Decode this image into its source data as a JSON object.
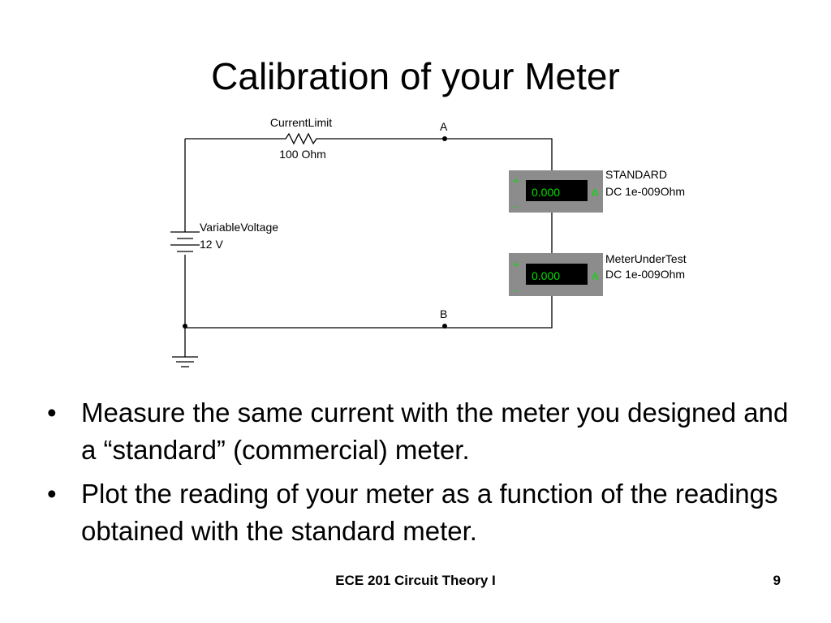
{
  "slide": {
    "title": "Calibration of your Meter",
    "footer_text": "ECE 201 Circuit Theory I",
    "page_number": "9"
  },
  "circuit": {
    "resistor": {
      "name": "CurrentLimit",
      "value": "100 Ohm"
    },
    "source": {
      "name": "VariableVoltage",
      "value": "12 V"
    },
    "nodes": {
      "a": "A",
      "b": "B"
    },
    "meters": [
      {
        "name": "STANDARD",
        "spec": "DC  1e-009Ohm",
        "reading": "0.000",
        "unit": "A",
        "plus": "+",
        "minus": "-"
      },
      {
        "name": "MeterUnderTest",
        "spec": "DC  1e-009Ohm",
        "reading": "0.000",
        "unit": "A",
        "plus": "+",
        "minus": "-"
      }
    ],
    "colors": {
      "wire": "#000000",
      "meter_body": "#8c8c8c",
      "display_bg": "#000000",
      "display_text": "#00e000"
    }
  },
  "bullets": [
    {
      "marker": "•",
      "text": "Measure the same current with the meter you designed and a “standard” (commercial) meter."
    },
    {
      "marker": "•",
      "text": "Plot the reading of your meter as a function of the readings obtained with the standard meter."
    }
  ]
}
